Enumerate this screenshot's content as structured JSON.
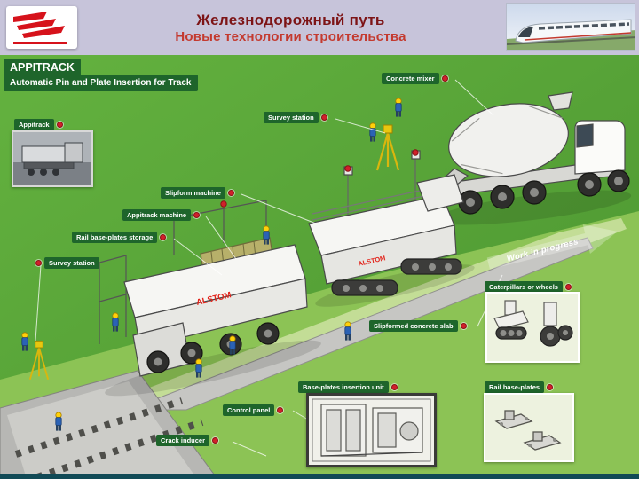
{
  "header": {
    "title_line1": "Железнодорожный путь",
    "title_line2": "Новые технологии строительства"
  },
  "appitrack": {
    "title": "APPITRACK",
    "subtitle": "Automatic Pin and Plate Insertion for Track",
    "photo_label": "Appitrack",
    "brand": "ALSTOM",
    "work_arrow": "Work in progress",
    "labels": [
      {
        "text": "Concrete mixer"
      },
      {
        "text": "Survey station"
      },
      {
        "text": "Slipform machine"
      },
      {
        "text": "Appitrack machine"
      },
      {
        "text": "Rail base-plates storage"
      },
      {
        "text": "Survey station"
      },
      {
        "text": "Caterpillars or wheels"
      },
      {
        "text": "Slipformed concrete slab"
      },
      {
        "text": "Base-plates insertion unit"
      },
      {
        "text": "Rail base-plates"
      },
      {
        "text": "Control panel"
      },
      {
        "text": "Crack inducer"
      }
    ]
  },
  "colors": {
    "header_bg": "#c7c4da",
    "title_dark_red": "#7d1416",
    "title_red": "#c43a2f",
    "badge_green": "#1e652b",
    "dot_red": "#d1202a",
    "grass_green": "#55a339",
    "alstom_red": "#e2231a",
    "footer_teal": "#114a56"
  }
}
